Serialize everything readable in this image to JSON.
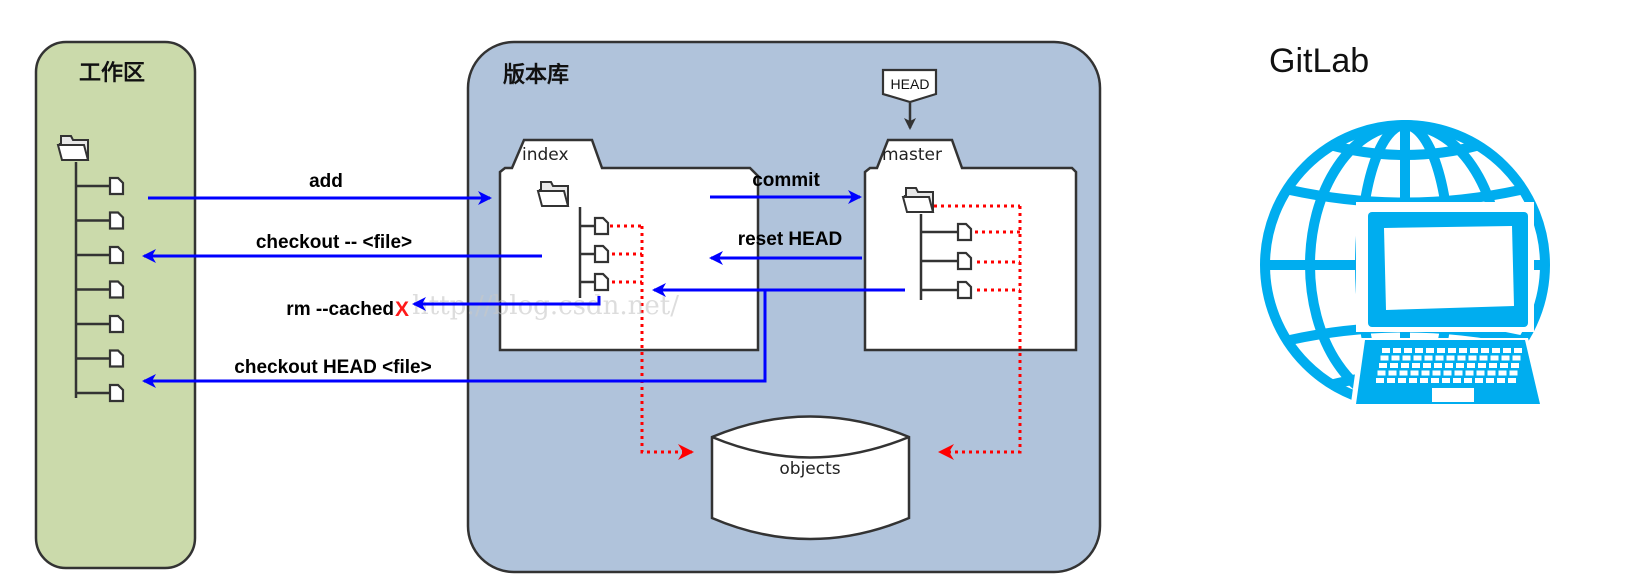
{
  "workspace": {
    "title": "工作区",
    "file_count": 7
  },
  "repository": {
    "title": "版本库",
    "index": {
      "label": "index",
      "file_count": 3
    },
    "master": {
      "label": "master",
      "file_count": 3
    },
    "head": {
      "label": "HEAD"
    },
    "objects": {
      "label": "objects"
    }
  },
  "commands": {
    "add": "add",
    "checkout_file": "checkout -- <file>",
    "rm_cached": "rm --cached",
    "rm_cached_mark": "X",
    "checkout_head_file": "checkout HEAD <file>",
    "commit": "commit",
    "reset_head": "reset HEAD"
  },
  "watermark": "http://blog.csdn.net/",
  "remote": {
    "title": "GitLab",
    "icon": "globe-laptop-icon"
  },
  "colors": {
    "workspace_fill": "#cbdaab",
    "repository_fill": "#b0c3db",
    "arrow_blue": "#0000ff",
    "dotted_red": "#ff0000",
    "icon_blue": "#00adef"
  }
}
